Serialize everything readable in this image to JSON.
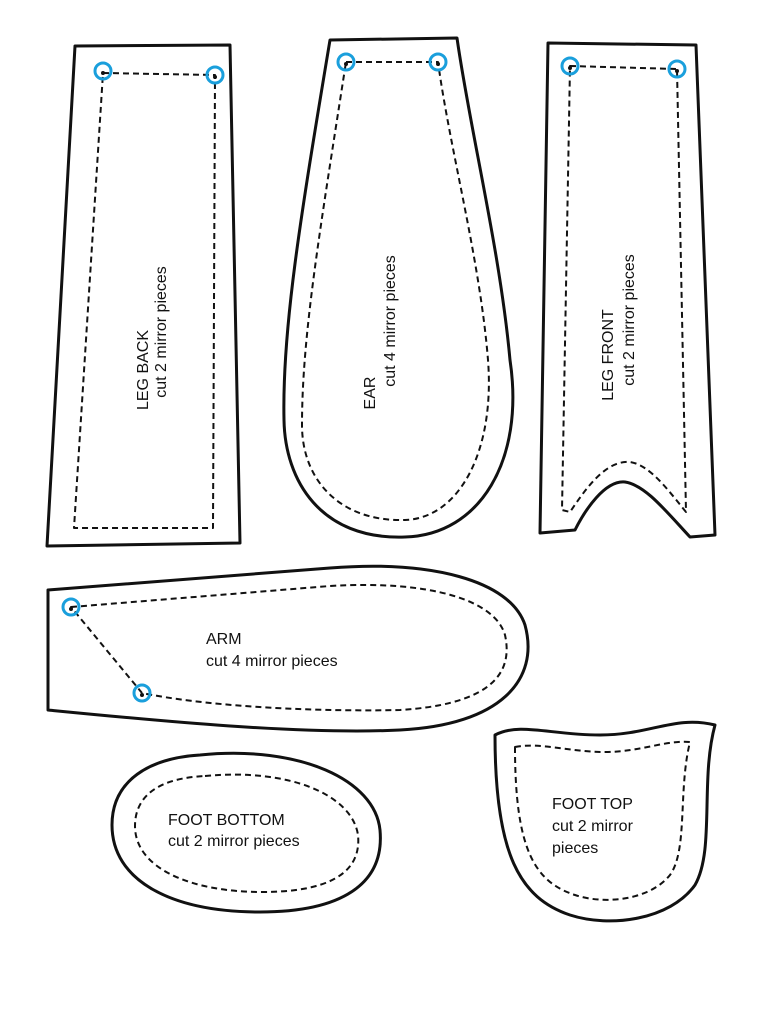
{
  "colors": {
    "outline": "#111111",
    "seam": "#111111",
    "marker": "#1a9fdc",
    "background": "#ffffff"
  },
  "pieces": {
    "leg_back": {
      "name": "LEG BACK",
      "instructions": "cut 2 mirror pieces"
    },
    "ear": {
      "name": "EAR",
      "instructions": "cut 4 mirror pieces"
    },
    "leg_front": {
      "name": "LEG FRONT",
      "instructions": "cut 2 mirror pieces"
    },
    "arm": {
      "name": "ARM",
      "instructions": "cut 4 mirror pieces"
    },
    "foot_bottom": {
      "name": "FOOT BOTTOM",
      "instructions": "cut 2 mirror pieces"
    },
    "foot_top": {
      "name": "FOOT TOP",
      "instructions_line1": "cut 2 mirror",
      "instructions_line2": "pieces"
    }
  },
  "marker_icon": "circle-marker-icon"
}
